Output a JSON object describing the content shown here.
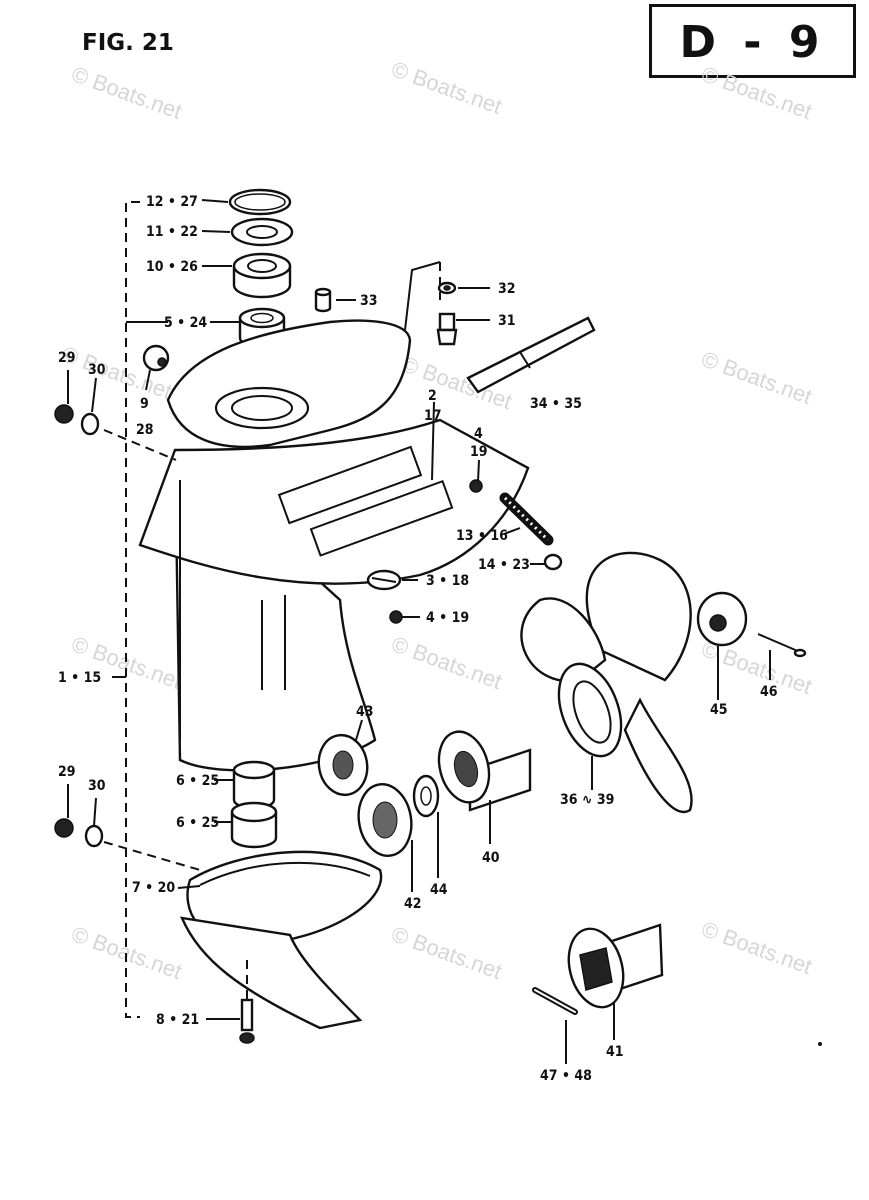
{
  "header": {
    "figure_title": "FIG. 21",
    "section_code": "D - 9"
  },
  "watermark": "© Boats.net",
  "callouts": {
    "c12_27": "12 • 27",
    "c11_22": "11 • 22",
    "c10_26": "10 • 26",
    "c5_24": "5 • 24",
    "c33": "33",
    "c32": "32",
    "c31": "31",
    "c34_35": "34 • 35",
    "c29a": "29",
    "c30a": "30",
    "c9": "9",
    "c28": "28",
    "c2": "2",
    "c17": "17",
    "c4": "4",
    "c19": "19",
    "c13_16": "13 • 16",
    "c14_23": "14 • 23",
    "c3_18": "3 • 18",
    "c4_19": "4 • 19",
    "c1_15": "1 • 15",
    "c45": "45",
    "c46": "46",
    "c43": "43",
    "c36_39": "36 ∿ 39",
    "c29b": "29",
    "c30b": "30",
    "c6_25a": "6 • 25",
    "c6_25b": "6 • 25",
    "c40": "40",
    "c44": "44",
    "c42": "42",
    "c7_20": "7 • 20",
    "c8_21": "8 • 21",
    "c41": "41",
    "c47_48": "47 • 48"
  }
}
